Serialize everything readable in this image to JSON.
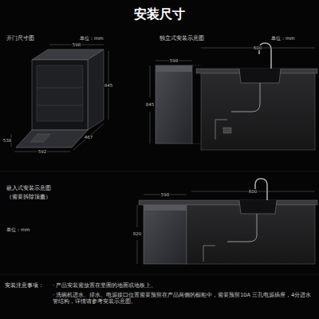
{
  "diagram": {
    "title": "安装尺寸",
    "labels": [
      "开门尺寸图",
      "单位：mm",
      "独立式安装示意图",
      "单位：mm",
      "嵌入式安装示意图",
      "（需要拆除顶盖）",
      "单位：mm",
      "安装注意事项：",
      "· 产品安装需放置在坚固的地面或地板上。",
      "· 洗碗机进水、排水、电源接口位置需要预留在产品两侧的橱柜中，需要预留10A 三孔电源插座，4分进水管结构，详情请参考安装示意图。",
      "598",
      "845",
      "538",
      "592",
      "467",
      "598",
      "845",
      "600",
      "598",
      "820",
      "600"
    ]
  }
}
